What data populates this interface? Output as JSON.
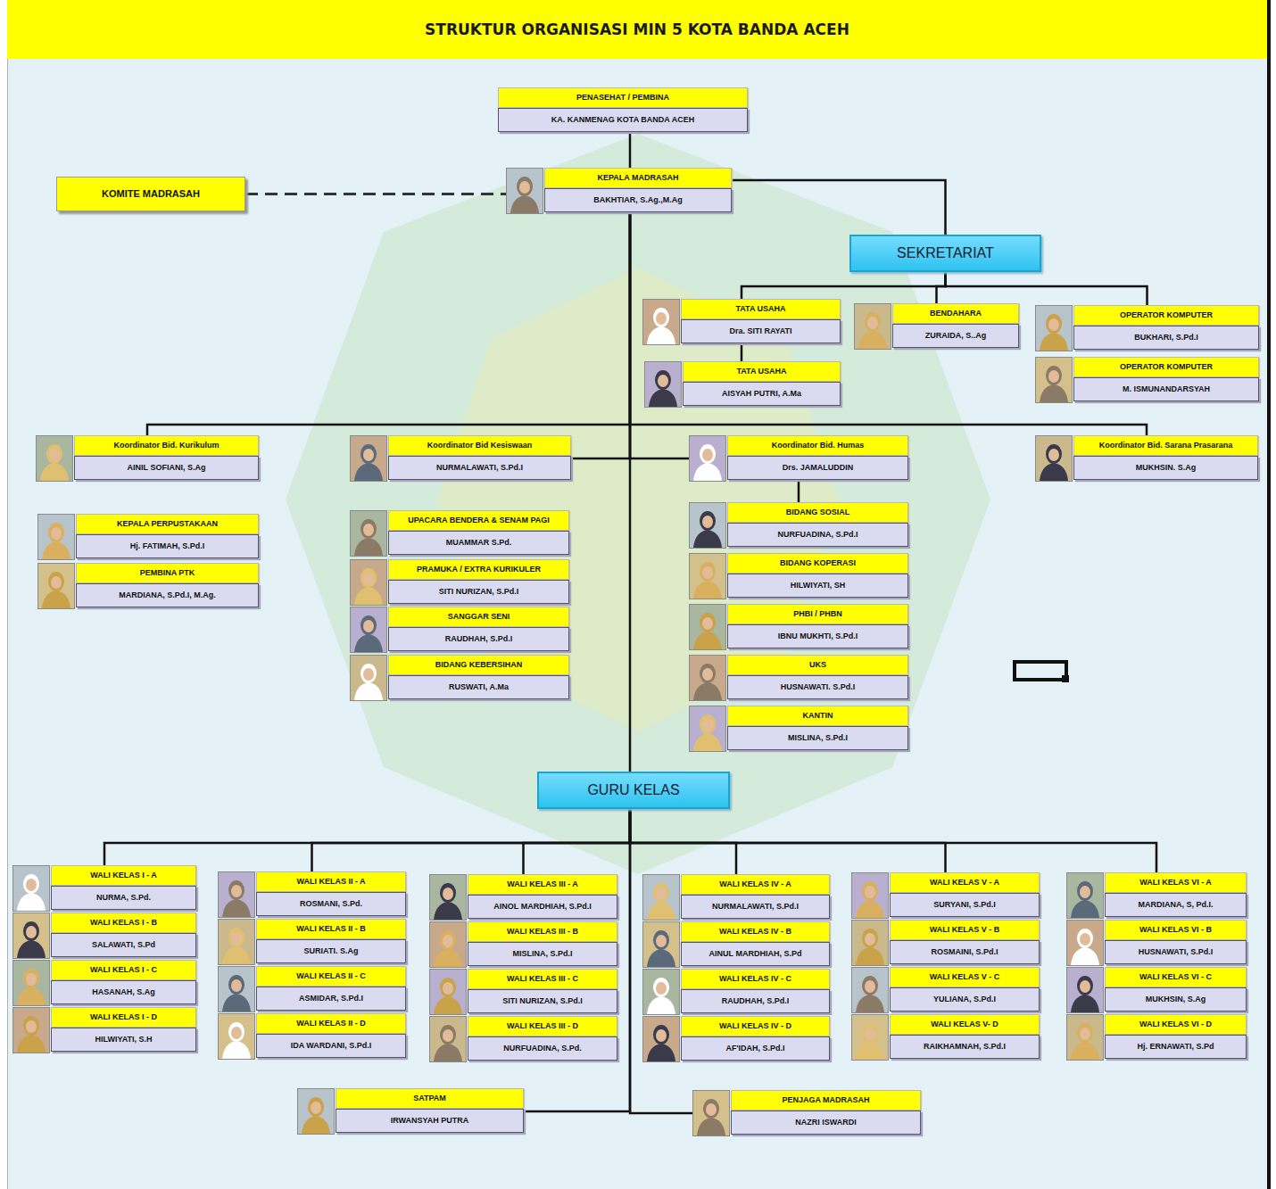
{
  "diagram": {
    "title": "STRUKTUR ORGANISASI MIN 5 KOTA BANDA ACEH",
    "nodes": [
      {
        "text": [
          "PENASEHAT / PEMBINA",
          "KA. KANMENAG KOTA BANDA ACEH"
        ]
      },
      {
        "text": [
          "KEPALA MADRASAH",
          "BAKHTIAR, S.Ag.,M.Ag"
        ]
      },
      {
        "text": [
          "KOMITE MADRASAH"
        ]
      },
      {
        "text": [
          "SEKRETARIAT"
        ]
      },
      {
        "text": [
          "TATA USAHA",
          "Dra. SITI RAYATI"
        ]
      },
      {
        "text": [
          "TATA USAHA",
          "AISYAH PUTRI, A.Ma"
        ]
      },
      {
        "text": [
          "BENDAHARA",
          "ZURAIDA, S..Ag"
        ]
      },
      {
        "text": [
          "OPERATOR KOMPUTER",
          "BUKHARI, S.Pd.I"
        ]
      },
      {
        "text": [
          "OPERATOR KOMPUTER",
          "M. ISMUNANDARSYAH"
        ]
      },
      {
        "text": [
          "Koordinator Bid. Kurikulum",
          "AINIL SOFIANI, S.Ag"
        ]
      },
      {
        "text": [
          "Koordinator Bid Kesiswaan",
          "NURMALAWATI, S.Pd.I"
        ]
      },
      {
        "text": [
          "Koordinator Bid. Humas",
          "Drs. JAMALUDDIN"
        ]
      },
      {
        "text": [
          "Koordinator Bid. Sarana Prasarana",
          "MUKHSIN. S.Ag"
        ]
      },
      {
        "text": [
          "KEPALA PERPUSTAKAAN",
          "Hj. FATIMAH, S.Pd.I"
        ]
      },
      {
        "text": [
          "PEMBINA PTK",
          "MARDIANA, S.Pd.I, M.Ag."
        ]
      },
      {
        "text": [
          "UPACARA BENDERA & SENAM PAGI",
          "MUAMMAR S.Pd."
        ]
      },
      {
        "text": [
          "PRAMUKA / EXTRA KURIKULER",
          "SITI NURIZAN, S.Pd.I"
        ]
      },
      {
        "text": [
          "SANGGAR SENI",
          "RAUDHAH, S.Pd.I"
        ]
      },
      {
        "text": [
          "BIDANG KEBERSIHAN",
          "RUSWATI, A.Ma"
        ]
      },
      {
        "text": [
          "BIDANG SOSIAL",
          "NURFUADINA, S.Pd.I"
        ]
      },
      {
        "text": [
          "BIDANG KOPERASI",
          "HILWIYATI, SH"
        ]
      },
      {
        "text": [
          "PHBI / PHBN",
          "IBNU MUKHTI, S.Pd.I"
        ]
      },
      {
        "text": [
          "UKS",
          "HUSNAWATI. S.Pd.I"
        ]
      },
      {
        "text": [
          "KANTIN",
          "MISLINA, S.Pd.I"
        ]
      },
      {
        "text": [
          "GURU KELAS"
        ]
      },
      {
        "text": [
          "WALI KELAS I - A",
          "NURMA, S.Pd."
        ]
      },
      {
        "text": [
          "WALI KELAS I - B",
          "SALAWATI, S.Pd"
        ]
      },
      {
        "text": [
          "WALI KELAS I - C",
          "HASANAH, S.Ag"
        ]
      },
      {
        "text": [
          "WALI KELAS I - D",
          "HILWIYATI, S.H"
        ]
      },
      {
        "text": [
          "WALI KELAS II - A",
          "ROSMANI, S.Pd."
        ]
      },
      {
        "text": [
          "WALI KELAS II - B",
          "SURIATI. S.Ag"
        ]
      },
      {
        "text": [
          "WALI KELAS II - C",
          "ASMIDAR, S.Pd.I"
        ]
      },
      {
        "text": [
          "WALI KELAS II - D",
          "IDA WARDANI, S.Pd.I"
        ]
      },
      {
        "text": [
          "WALI KELAS III - A",
          "AINOL MARDHIAH, S.Pd.I"
        ]
      },
      {
        "text": [
          "WALI KELAS III - B",
          "MISLINA, S.Pd.I"
        ]
      },
      {
        "text": [
          "WALI KELAS III - C",
          "SITI NURIZAN, S.Pd.I"
        ]
      },
      {
        "text": [
          "WALI KELAS III - D",
          "NURFUADINA, S.Pd."
        ]
      },
      {
        "text": [
          "WALI KELAS IV - A",
          "NURMALAWATI, S.Pd.I"
        ]
      },
      {
        "text": [
          "WALI KELAS IV - B",
          "AINUL MARDHIAH, S.Pd"
        ]
      },
      {
        "text": [
          "WALI KELAS IV - C",
          "RAUDHAH, S.Pd.I"
        ]
      },
      {
        "text": [
          "WALI KELAS IV - D",
          "AF'IDAH, S.Pd.I"
        ]
      },
      {
        "text": [
          "WALI KELAS V - A",
          "SURYANI, S.Pd.I"
        ]
      },
      {
        "text": [
          "WALI KELAS V - B",
          "ROSMAINI, S.Pd.I"
        ]
      },
      {
        "text": [
          "WALI KELAS V - C",
          "YULIANA, S.Pd.I"
        ]
      },
      {
        "text": [
          "WALI KELAS V- D",
          "RAIKHAMNAH, S.Pd.I"
        ]
      },
      {
        "text": [
          "WALI KELAS VI - A",
          "MARDIANA, S, Pd.I."
        ]
      },
      {
        "text": [
          "WALI KELAS VI - B",
          "HUSNAWATI, S.Pd.I"
        ]
      },
      {
        "text": [
          "WALI KELAS VI - C",
          "MUKHSIN, S.Ag"
        ]
      },
      {
        "text": [
          "WALI KELAS VI - D",
          "Hj. ERNAWATI, S.Pd"
        ]
      },
      {
        "text": [
          "SATPAM",
          "IRWANSYAH PUTRA"
        ]
      },
      {
        "text": [
          "PENJAGA MADRASAH",
          "NAZRI ISWARDI"
        ]
      }
    ],
    "edges": [
      {
        "from": 0,
        "to": 1,
        "arrow": "none"
      },
      {
        "from": 2,
        "to": 1,
        "arrow": "none"
      },
      {
        "from": 1,
        "to": 3,
        "arrow": "none"
      },
      {
        "from": 3,
        "to": 4,
        "arrow": "none"
      },
      {
        "from": 4,
        "to": 5,
        "arrow": "none"
      },
      {
        "from": 3,
        "to": 6,
        "arrow": "none"
      },
      {
        "from": 3,
        "to": 7,
        "arrow": "none"
      },
      {
        "from": 1,
        "to": 9,
        "arrow": "none"
      },
      {
        "from": 1,
        "to": 10,
        "arrow": "none"
      },
      {
        "from": 1,
        "to": 11,
        "arrow": "none"
      },
      {
        "from": 1,
        "to": 12,
        "arrow": "none"
      },
      {
        "from": 11,
        "to": 19,
        "arrow": "none"
      },
      {
        "from": 1,
        "to": 24,
        "arrow": "none"
      },
      {
        "from": 24,
        "to": 25,
        "arrow": "none"
      },
      {
        "from": 24,
        "to": 29,
        "arrow": "none"
      },
      {
        "from": 24,
        "to": 33,
        "arrow": "none"
      },
      {
        "from": 24,
        "to": 37,
        "arrow": "none"
      },
      {
        "from": 24,
        "to": 41,
        "arrow": "none"
      },
      {
        "from": 24,
        "to": 45,
        "arrow": "none"
      },
      {
        "from": 24,
        "to": 49,
        "arrow": "none"
      },
      {
        "from": 24,
        "to": 50,
        "arrow": "none"
      }
    ]
  }
}
